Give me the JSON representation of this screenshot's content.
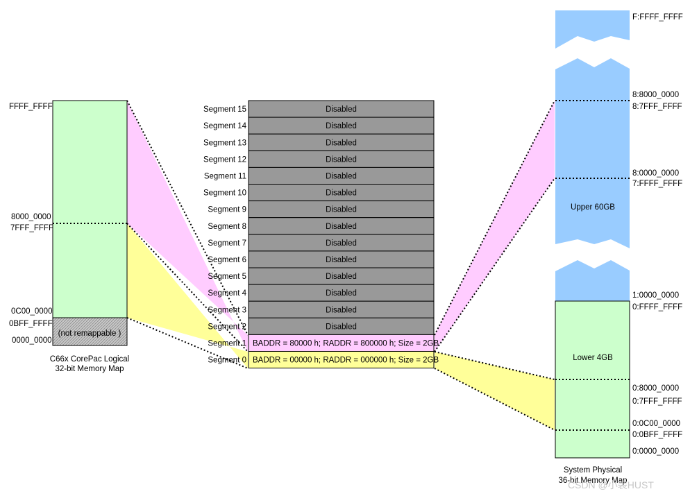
{
  "logical_map": {
    "addresses": {
      "top": "FFFF_FFFF",
      "upper_start": "8000_0000",
      "lower_end": "7FFF_FFFF",
      "remap_start": "0C00_0000",
      "nonremap_end": "0BFF_FFFF",
      "bottom": "0000_0000"
    },
    "not_remappable": "(not remappable )",
    "caption_line1": "C66x CorePac Logical",
    "caption_line2": "32-bit Memory Map"
  },
  "segments": [
    {
      "label": "Segment 15",
      "text": "Disabled",
      "state": "disabled"
    },
    {
      "label": "Segment 14",
      "text": "Disabled",
      "state": "disabled"
    },
    {
      "label": "Segment 13",
      "text": "Disabled",
      "state": "disabled"
    },
    {
      "label": "Segment 12",
      "text": "Disabled",
      "state": "disabled"
    },
    {
      "label": "Segment 11",
      "text": "Disabled",
      "state": "disabled"
    },
    {
      "label": "Segment 10",
      "text": "Disabled",
      "state": "disabled"
    },
    {
      "label": "Segment 9",
      "text": "Disabled",
      "state": "disabled"
    },
    {
      "label": "Segment 8",
      "text": "Disabled",
      "state": "disabled"
    },
    {
      "label": "Segment 7",
      "text": "Disabled",
      "state": "disabled"
    },
    {
      "label": "Segment 6",
      "text": "Disabled",
      "state": "disabled"
    },
    {
      "label": "Segment 5",
      "text": "Disabled",
      "state": "disabled"
    },
    {
      "label": "Segment 4",
      "text": "Disabled",
      "state": "disabled"
    },
    {
      "label": "Segment 3",
      "text": "Disabled",
      "state": "disabled"
    },
    {
      "label": "Segment 2",
      "text": "Disabled",
      "state": "disabled"
    },
    {
      "label": "Segment 1",
      "text": "BADDR = 80000 h; RADDR = 800000 h; Size = 2GB",
      "state": "upper"
    },
    {
      "label": "Segment 0",
      "text": "BADDR = 00000 h; RADDR = 000000 h; Size = 2GB",
      "state": "lower"
    }
  ],
  "physical_map": {
    "addresses": {
      "top": "F:FFFF_FFFF",
      "a8_8000": "8:8000_0000",
      "a8_7fff": "8:7FFF_FFFF",
      "a8_0000": "8:0000_0000",
      "a7_ffff": "7:FFFF_FFFF",
      "a1_0000": "1:0000_0000",
      "a0_ffff": "0:FFFF_FFFF",
      "a0_8000": "0:8000_0000",
      "a0_7fff": "0:7FFF_FFFF",
      "a0_0c00": "0:0C00_0000",
      "a0_0bff": "0:0BFF_FFFF",
      "a0_0000": "0:0000_0000"
    },
    "upper_label": "Upper 60GB",
    "lower_label": "Lower 4GB",
    "caption_line1": "System Physical",
    "caption_line2": "36-bit Memory Map"
  },
  "watermark": "CSDN @小裘HUST",
  "colors": {
    "green": "#ccffcc",
    "blue": "#99ccff",
    "pink": "#ffccff",
    "yellow": "#ffff99",
    "gray": "#999999"
  }
}
